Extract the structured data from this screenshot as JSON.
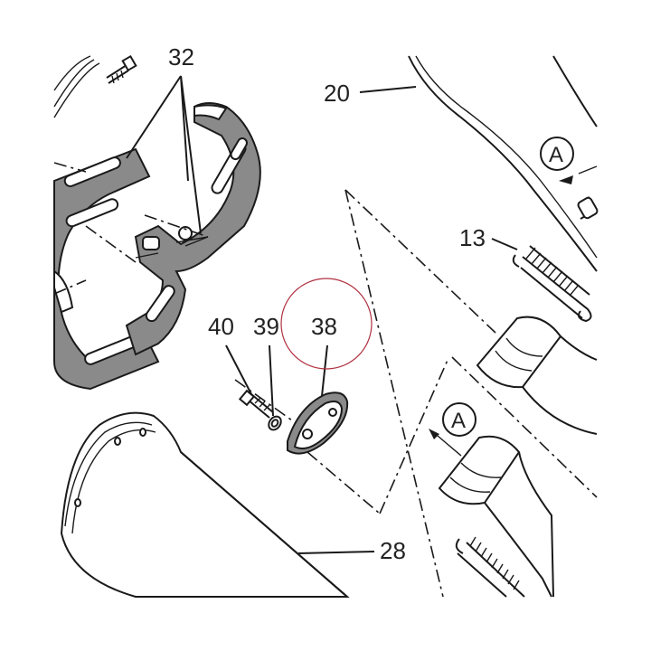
{
  "callouts": {
    "c32": "32",
    "c20": "20",
    "c13": "13",
    "c40": "40",
    "c39": "39",
    "c38": "38",
    "c28": "28"
  },
  "reference_markers": {
    "upper": "A",
    "lower": "A"
  },
  "colors": {
    "line": "#1a1a1a",
    "part_fill": "#8a8a8a",
    "highlight_circle": "#b03040",
    "background": "#ffffff"
  }
}
